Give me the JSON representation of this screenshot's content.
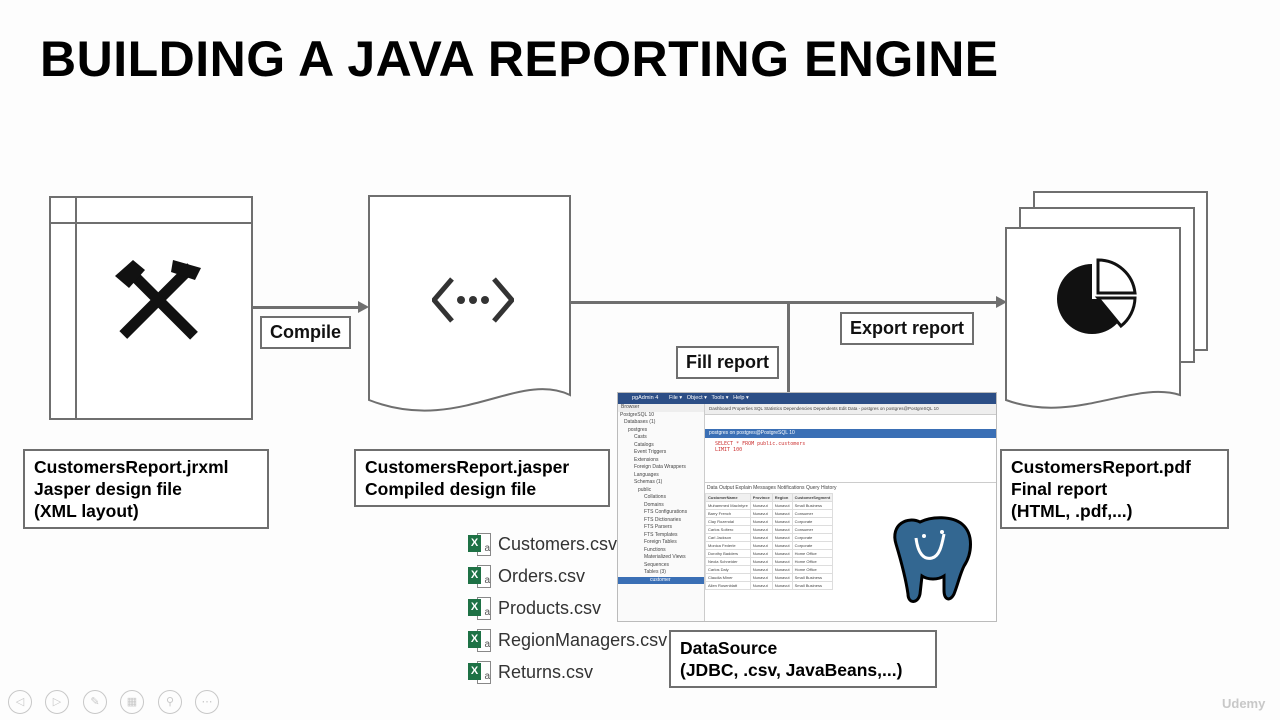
{
  "title": "BUILDING A JAVA REPORTING ENGINE",
  "steps": {
    "compile_label": "Compile",
    "fill_label": "Fill report",
    "export_label": "Export report"
  },
  "source": {
    "line1": "CustomersReport.jrxml",
    "line2": "Jasper design file",
    "line3": "(XML layout)",
    "icon": "tools-icon"
  },
  "compiled": {
    "line1": "CustomersReport.jasper",
    "line2": "Compiled design file",
    "icon": "code-icon"
  },
  "output": {
    "line1": "CustomersReport.pdf",
    "line2": "Final report",
    "line3": "(HTML, .pdf,...)",
    "icon": "pie-chart-icon"
  },
  "datasource": {
    "line1": "DataSource",
    "line2": "(JDBC, .csv, JavaBeans,...)"
  },
  "csv_files": [
    "Customers.csv",
    "Orders.csv",
    "Products.csv",
    "RegionManagers.csv",
    "Returns.csv"
  ],
  "pgadmin": {
    "app_name": "pgAdmin 4",
    "menu": [
      "File ▾",
      "Object ▾",
      "Tools ▾",
      "Help ▾"
    ],
    "browser_label": "Browser",
    "tree": [
      "PostgreSQL 10",
      "Databases (1)",
      "postgres",
      "Casts",
      "Catalogs",
      "Event Triggers",
      "Extensions",
      "Foreign Data Wrappers",
      "Languages",
      "Schemas (1)",
      "public",
      "Collations",
      "Domains",
      "FTS Configurations",
      "FTS Dictionaries",
      "FTS Parsers",
      "FTS Templates",
      "Foreign Tables",
      "Functions",
      "Materialized Views",
      "Sequences",
      "Tables (3)",
      "customer"
    ],
    "tabs": "Dashboard  Properties  SQL  Statistics  Dependencies  Dependents  Edit Data - postgres on postgres@PostgreSQL 10",
    "query_title": "postgres on postgres@PostgreSQL 10",
    "query_line1": "SELECT * FROM public.customers",
    "query_line2": "LIMIT 100",
    "result_tabs": "Data Output   Explain   Messages   Notifications   Query History",
    "columns": [
      "CustomerName",
      "Province",
      "Region",
      "CustomerSegment"
    ],
    "rows": [
      [
        "Muhammed MacIntyre",
        "Nunavut",
        "Nunavut",
        "Small Business"
      ],
      [
        "Barry French",
        "Nunavut",
        "Nunavut",
        "Consumer"
      ],
      [
        "Clay Rozendal",
        "Nunavut",
        "Nunavut",
        "Corporate"
      ],
      [
        "Carlos Soltero",
        "Nunavut",
        "Nunavut",
        "Consumer"
      ],
      [
        "Carl Jackson",
        "Nunavut",
        "Nunavut",
        "Corporate"
      ],
      [
        "Monica Federle",
        "Nunavut",
        "Nunavut",
        "Corporate"
      ],
      [
        "Dorothy Badders",
        "Nunavut",
        "Nunavut",
        "Home Office"
      ],
      [
        "Neola Schneider",
        "Nunavut",
        "Nunavut",
        "Home Office"
      ],
      [
        "Carlos Daly",
        "Nunavut",
        "Nunavut",
        "Home Office"
      ],
      [
        "Claudia Miner",
        "Nunavut",
        "Nunavut",
        "Small Business"
      ],
      [
        "Allen Rosenblatt",
        "Nunavut",
        "Nunavut",
        "Small Business"
      ]
    ]
  },
  "watermark": "Udemy"
}
